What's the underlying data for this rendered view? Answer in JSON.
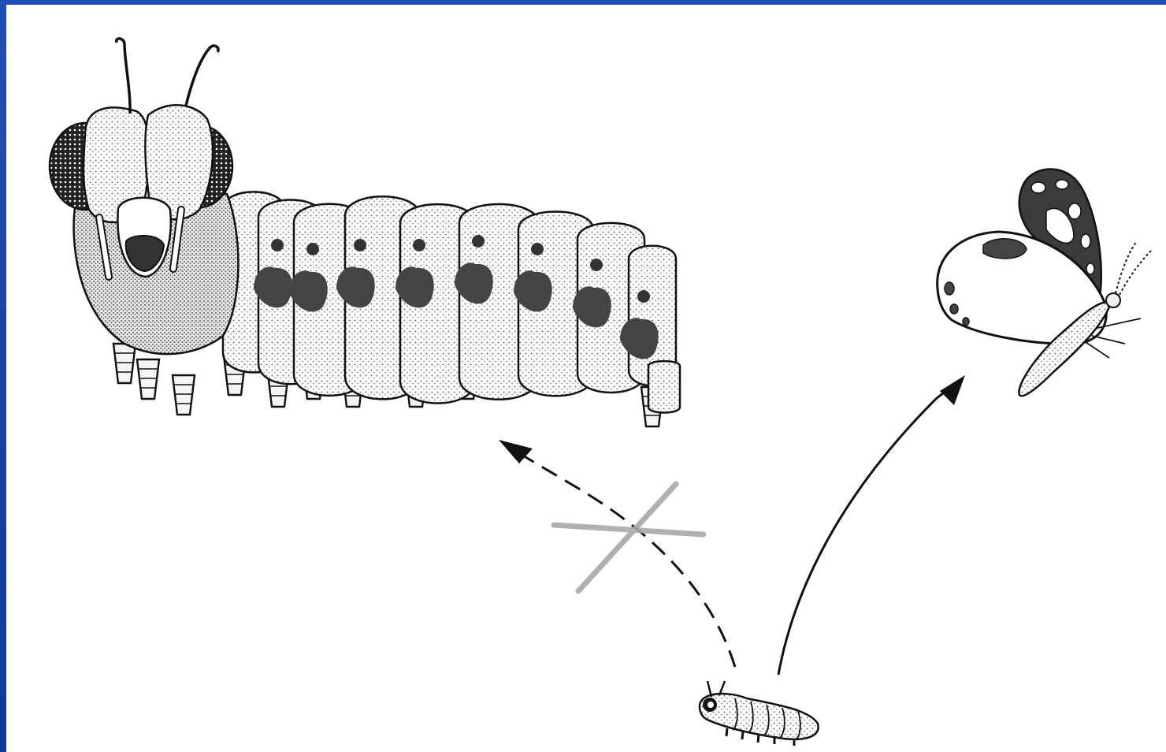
{
  "diagram": {
    "nodes": [
      {
        "id": "large-caterpillar",
        "kind": "illustration",
        "label": ""
      },
      {
        "id": "butterfly",
        "kind": "illustration",
        "label": ""
      },
      {
        "id": "small-larva",
        "kind": "illustration",
        "label": ""
      }
    ],
    "edges": [
      {
        "from": "small-larva",
        "to": "large-caterpillar",
        "style": "dashed",
        "blocked": true
      },
      {
        "from": "small-larva",
        "to": "butterfly",
        "style": "solid",
        "blocked": false
      }
    ]
  },
  "colors": {
    "frame": "#0b3a9e",
    "background": "#ffffff",
    "ink": "#111111",
    "stipple": "#6f6f6f",
    "spot": "#444444",
    "cross_mark": "#a8a8a8"
  },
  "icons": {
    "blocked_marker": "cross-icon",
    "arrowhead": "arrowhead-icon"
  }
}
